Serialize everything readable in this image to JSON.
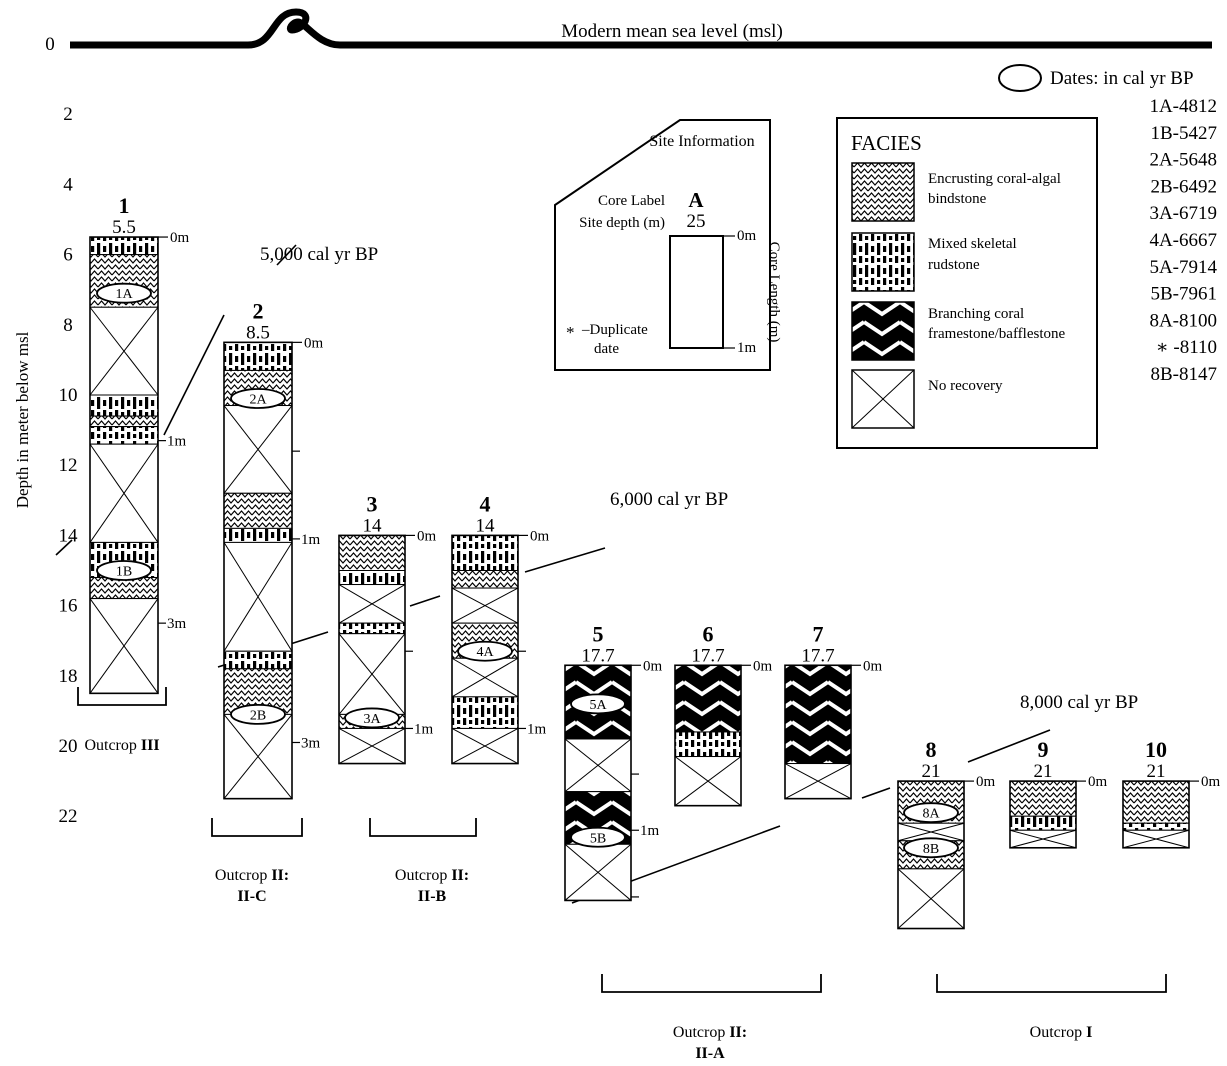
{
  "sea_level_label": "Modern mean sea level (msl)",
  "y_axis": {
    "label": "Depth in meter below msl",
    "ticks": [
      "0",
      "2",
      "4",
      "6",
      "8",
      "10",
      "12",
      "14",
      "16",
      "18",
      "20",
      "22"
    ]
  },
  "site_info": {
    "title": "Site Information",
    "core_label_text": "Core Label",
    "site_depth_text": "Site depth (m)",
    "example_label": "A",
    "example_depth": "25",
    "top_mark": "0m",
    "bottom_mark": "1m",
    "core_length_text": "Core Length (m)",
    "duplicate_star": "*",
    "duplicate_text_1": "–Duplicate",
    "duplicate_text_2": "date"
  },
  "facies": {
    "title": "FACIES",
    "items": [
      {
        "key": "zigzag",
        "line1": "Encrusting coral-algal",
        "line2": "bindstone"
      },
      {
        "key": "bars",
        "line1": "Mixed skeletal",
        "line2": "rudstone"
      },
      {
        "key": "chevron",
        "line1": "Branching coral",
        "line2": "framestone/bafflestone"
      },
      {
        "key": "cross",
        "line1": "No recovery",
        "line2": ""
      }
    ]
  },
  "dates": {
    "header": "Dates: in cal yr BP",
    "items": [
      "1A-4812",
      "1B-5427",
      "2A-5648",
      "2B-6492",
      "3A-6719",
      "4A-6667",
      "5A-7914",
      "5B-7961",
      "8A-8100",
      "∗ -8110",
      "8B-8147"
    ]
  },
  "isochrons": [
    "5,000 cal yr BP",
    "6,000 cal yr BP",
    "8,000 cal yr BP"
  ],
  "cores": [
    {
      "label": "1",
      "depth": "5.5",
      "top": "0m",
      "marks": [
        "1m",
        "3m"
      ],
      "dates": [
        "1A",
        "1B"
      ],
      "units": [
        [
          "bars",
          6.0
        ],
        [
          "zigzag",
          7.5
        ],
        [
          "cross",
          10.0
        ],
        [
          "bars",
          10.6
        ],
        [
          "zigzag",
          10.9
        ],
        [
          "bars",
          11.4
        ],
        [
          "cross",
          14.2
        ],
        [
          "bars",
          15.2
        ],
        [
          "zigzag",
          15.8
        ],
        [
          "cross",
          18.5
        ]
      ]
    },
    {
      "label": "2",
      "depth": "8.5",
      "top": "0m",
      "marks": [
        "1m",
        "3m"
      ],
      "dates": [
        "2A",
        "2B"
      ],
      "units": [
        [
          "bars",
          9.3
        ],
        [
          "zigzag",
          10.3
        ],
        [
          "cross",
          12.8
        ],
        [
          "zigzag",
          13.8
        ],
        [
          "bars",
          14.2
        ],
        [
          "cross",
          17.3
        ],
        [
          "bars",
          17.8
        ],
        [
          "zigzag",
          19.1
        ],
        [
          "cross",
          21.5
        ]
      ]
    },
    {
      "label": "3",
      "depth": "14",
      "top": "0m",
      "marks": [
        "1m"
      ],
      "dates": [
        "3A"
      ],
      "units": [
        [
          "zigzag",
          15.0
        ],
        [
          "bars",
          15.4
        ],
        [
          "cross",
          16.5
        ],
        [
          "bars",
          16.8
        ],
        [
          "cross",
          19.1
        ],
        [
          "zigzag",
          19.5
        ],
        [
          "cross",
          20.5
        ]
      ]
    },
    {
      "label": "4",
      "depth": "14",
      "top": "0m",
      "marks": [
        "1m"
      ],
      "dates": [
        "4A"
      ],
      "units": [
        [
          "bars",
          15.0
        ],
        [
          "zigzag",
          15.5
        ],
        [
          "cross",
          16.5
        ],
        [
          "zigzag",
          17.5
        ],
        [
          "cross",
          18.6
        ],
        [
          "bars",
          19.5
        ],
        [
          "cross",
          20.5
        ]
      ]
    },
    {
      "label": "5",
      "depth": "17.7",
      "top": "0m",
      "marks": [
        "1m"
      ],
      "dates": [
        "5A",
        "5B"
      ],
      "units": [
        [
          "chevron",
          19.8
        ],
        [
          "cross",
          21.3
        ],
        [
          "chevron",
          22.8
        ],
        [
          "cross",
          24.4
        ]
      ]
    },
    {
      "label": "6",
      "depth": "17.7",
      "top": "0m",
      "marks": [],
      "dates": [],
      "units": [
        [
          "chevron",
          19.6
        ],
        [
          "bars",
          20.3
        ],
        [
          "cross",
          21.7
        ]
      ]
    },
    {
      "label": "7",
      "depth": "17.7",
      "top": "0m",
      "marks": [],
      "dates": [],
      "units": [
        [
          "chevron",
          20.5
        ],
        [
          "cross",
          21.5
        ]
      ]
    },
    {
      "label": "8",
      "depth": "21",
      "top": "0m",
      "marks": [],
      "dates": [
        "8A",
        "8B"
      ],
      "units": [
        [
          "zigzag",
          22.2
        ],
        [
          "cross",
          22.7
        ],
        [
          "zigzag",
          23.5
        ],
        [
          "cross",
          25.2
        ]
      ]
    },
    {
      "label": "9",
      "depth": "21",
      "top": "0m",
      "marks": [],
      "dates": [],
      "units": [
        [
          "zigzag",
          22.0
        ],
        [
          "bars",
          22.4
        ],
        [
          "cross",
          22.9
        ]
      ]
    },
    {
      "label": "10",
      "depth": "21",
      "top": "0m",
      "marks": [],
      "dates": [],
      "units": [
        [
          "zigzag",
          22.2
        ],
        [
          "bars",
          22.4
        ],
        [
          "cross",
          22.9
        ]
      ]
    }
  ],
  "outcrops": [
    {
      "line1_pre": "Outcrop ",
      "line1_bold": "III",
      "line2": ""
    },
    {
      "line1_pre": "Outcrop ",
      "line1_bold": "II:",
      "line2": "II-C"
    },
    {
      "line1_pre": "Outcrop ",
      "line1_bold": "II:",
      "line2": "II-B"
    },
    {
      "line1_pre": "Outcrop ",
      "line1_bold": "II:",
      "line2": "II-A"
    },
    {
      "line1_pre": "Outcrop ",
      "line1_bold": "I",
      "line2": ""
    }
  ]
}
